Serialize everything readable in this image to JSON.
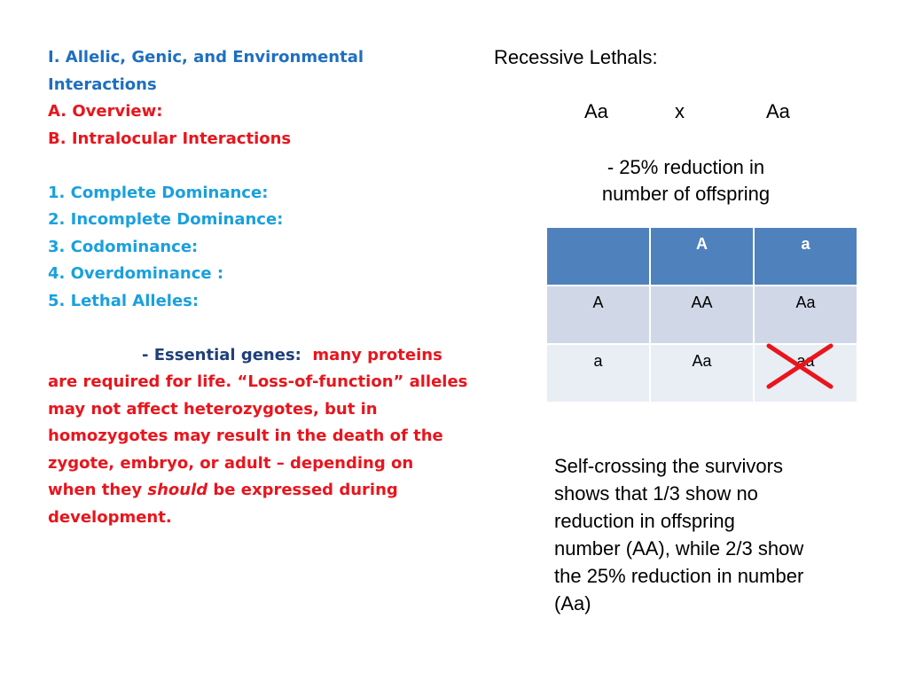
{
  "left": {
    "heading1": "I. Allelic, Genic, and Environmental",
    "heading2": "Interactions",
    "overview": "A. Overview:",
    "intralocular": "B. Intralocular Interactions",
    "list": [
      "1. Complete Dominance:",
      "2. Incomplete Dominance:",
      "3. Codominance:",
      "4. Overdominance :",
      "5. Lethal Alleles:"
    ],
    "essential_label": "- Essential genes:",
    "essential_text_1": "many proteins",
    "body_lines": [
      "are required for life.  “Loss-of-function” alleles",
      "may not affect heterozygotes, but in",
      "homozygotes may result in the death of the",
      "zygote, embryo, or adult – depending on"
    ],
    "last_pre": "when they ",
    "last_italic": "should",
    "last_post": " be expressed during",
    "final_line": "development."
  },
  "right": {
    "title": "Recessive Lethals:",
    "cross_left": "Aa",
    "cross_x": "x",
    "cross_right": "Aa",
    "reduction_1": "- 25% reduction in",
    "reduction_2": "number of offspring",
    "punnett": {
      "header": [
        "",
        "A",
        "a"
      ],
      "rows": [
        [
          "A",
          "AA",
          "Aa"
        ],
        [
          "a",
          "Aa",
          "aa"
        ]
      ],
      "cross_out_color": "#e8151d"
    },
    "survivors": [
      "Self-crossing the survivors",
      "shows that 1/3 show no",
      "reduction in offspring",
      "number (AA), while 2/3 show",
      "the 25% reduction in number",
      "(Aa)"
    ]
  }
}
